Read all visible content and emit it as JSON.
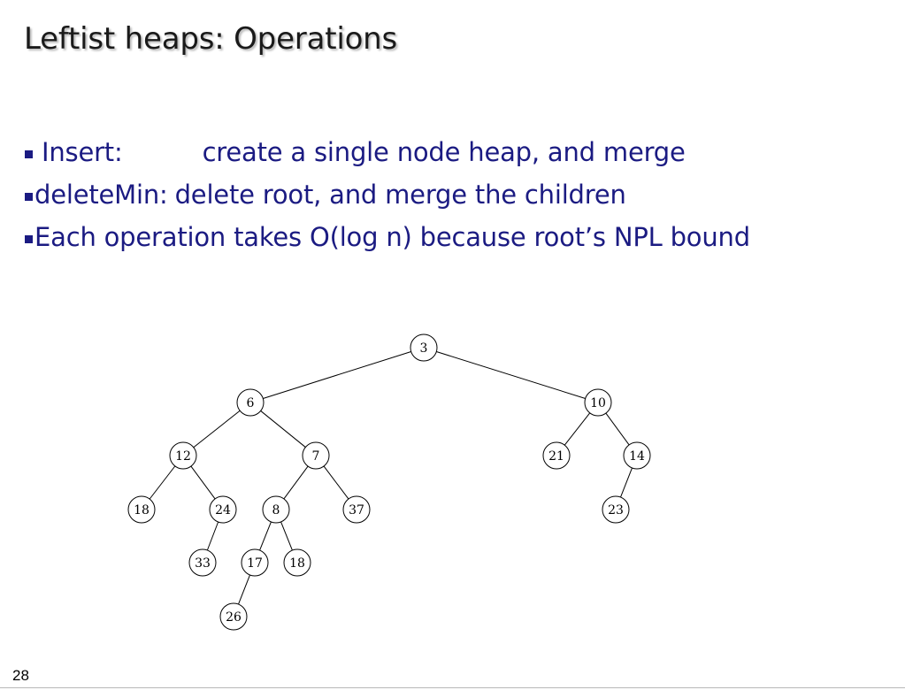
{
  "slide": {
    "title": "Leftist heaps: Operations",
    "number": "28"
  },
  "bullets": [
    {
      "label": "Insert:",
      "text": "create a single node heap, and merge"
    },
    {
      "label": "deleteMin:",
      "text": "delete root, and merge the children"
    },
    {
      "text": "Each operation takes O(log n) because root’s NPL bound"
    }
  ],
  "tree": {
    "nodes": [
      {
        "id": "n3",
        "label": "3"
      },
      {
        "id": "n6",
        "label": "6",
        "parent": "n3"
      },
      {
        "id": "n10",
        "label": "10",
        "parent": "n3"
      },
      {
        "id": "n12",
        "label": "12",
        "parent": "n6"
      },
      {
        "id": "n7",
        "label": "7",
        "parent": "n6"
      },
      {
        "id": "n21",
        "label": "21",
        "parent": "n10"
      },
      {
        "id": "n14",
        "label": "14",
        "parent": "n10"
      },
      {
        "id": "n18a",
        "label": "18",
        "parent": "n12"
      },
      {
        "id": "n24",
        "label": "24",
        "parent": "n12"
      },
      {
        "id": "n8",
        "label": "8",
        "parent": "n7"
      },
      {
        "id": "n37",
        "label": "37",
        "parent": "n7"
      },
      {
        "id": "n23",
        "label": "23",
        "parent": "n14"
      },
      {
        "id": "n33",
        "label": "33",
        "parent": "n24"
      },
      {
        "id": "n17",
        "label": "17",
        "parent": "n8"
      },
      {
        "id": "n18b",
        "label": "18",
        "parent": "n8"
      },
      {
        "id": "n26",
        "label": "26",
        "parent": "n17"
      }
    ]
  }
}
